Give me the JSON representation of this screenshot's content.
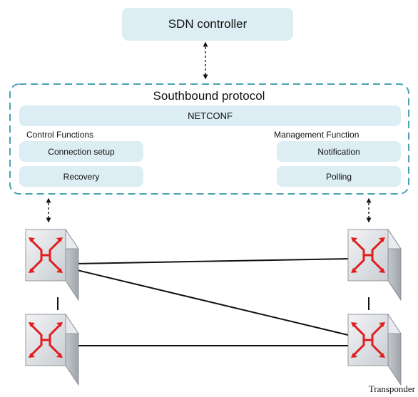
{
  "controller": {
    "label": "SDN controller"
  },
  "southbound": {
    "title": "Southbound protocol",
    "protocol": "NETCONF",
    "control": {
      "heading": "Control Functions",
      "items": [
        "Connection setup",
        "Recovery"
      ]
    },
    "management": {
      "heading": "Management Function",
      "items": [
        "Notification",
        "Polling"
      ]
    }
  },
  "devices": {
    "caption": "Transponder",
    "icon": "optical-switch-icon"
  },
  "colors": {
    "box_fill": "#dcedf3",
    "dashed_border": "#4aa2b3",
    "switch_red": "#e11d1d",
    "switch_body": "#d7dbdf"
  }
}
